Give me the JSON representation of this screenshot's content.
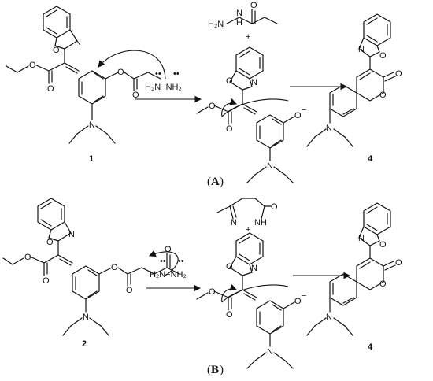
{
  "atoms": {
    "O": "O",
    "N": "N",
    "minus": "−",
    "plus": "+",
    "dots": "••",
    "H2N": "H₂N",
    "NH2": "NH₂",
    "NH": "NH",
    "H2N_NH2": "H₂N−NH₂",
    "hydrazide_H2N": "H₂N",
    "hydrazide_NH": "N",
    "H": "H"
  },
  "compounds": {
    "c1": "1",
    "c2": "2",
    "c4a": "4",
    "c4b": "4"
  },
  "panels": {
    "A_open": "(",
    "A_letter": "A",
    "A_close": ")",
    "B_open": "(",
    "B_letter": "B",
    "B_close": ")"
  }
}
